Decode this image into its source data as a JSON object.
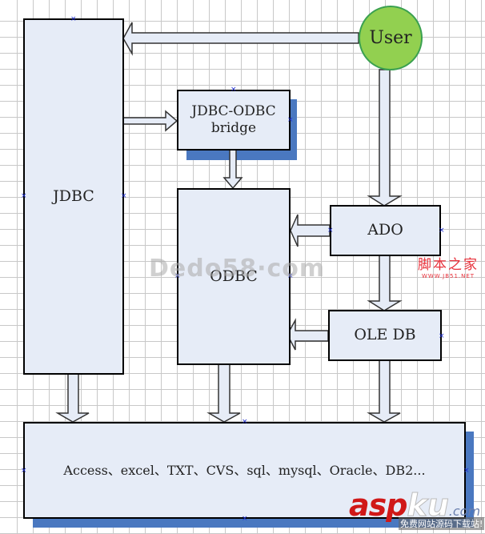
{
  "diagram": {
    "title": "Java / Windows database access architecture",
    "nodes": {
      "user": "User",
      "jdbc": "JDBC",
      "jdbc_odbc_bridge": "JDBC-ODBC\nbridge",
      "odbc": "ODBC",
      "ado": "ADO",
      "ole_db": "OLE DB",
      "data_sources": "Access、excel、TXT、CVS、sql、mysql、Oracle、DB2..."
    },
    "edges": [
      {
        "from": "User",
        "to": "JDBC"
      },
      {
        "from": "User",
        "to": "ADO"
      },
      {
        "from": "JDBC",
        "to": "JDBC-ODBC bridge"
      },
      {
        "from": "JDBC-ODBC bridge",
        "to": "ODBC"
      },
      {
        "from": "ADO",
        "to": "ODBC"
      },
      {
        "from": "ADO",
        "to": "OLE DB"
      },
      {
        "from": "OLE DB",
        "to": "ODBC"
      },
      {
        "from": "JDBC",
        "to": "Data sources"
      },
      {
        "from": "ODBC",
        "to": "Data sources"
      },
      {
        "from": "OLE DB",
        "to": "Data sources"
      }
    ]
  },
  "colors": {
    "box_fill": "#e6ecf7",
    "shadow": "#4a78c0",
    "user_fill": "#92d050"
  },
  "watermarks": {
    "center": "Dedo58·com",
    "right_cn": "脚本之家",
    "right_url": "WWW.JB51.NET",
    "corner_asp": "asp",
    "corner_ku": "ku",
    "corner_com": ".com",
    "corner_sub": "免费网站源码下载站!"
  }
}
